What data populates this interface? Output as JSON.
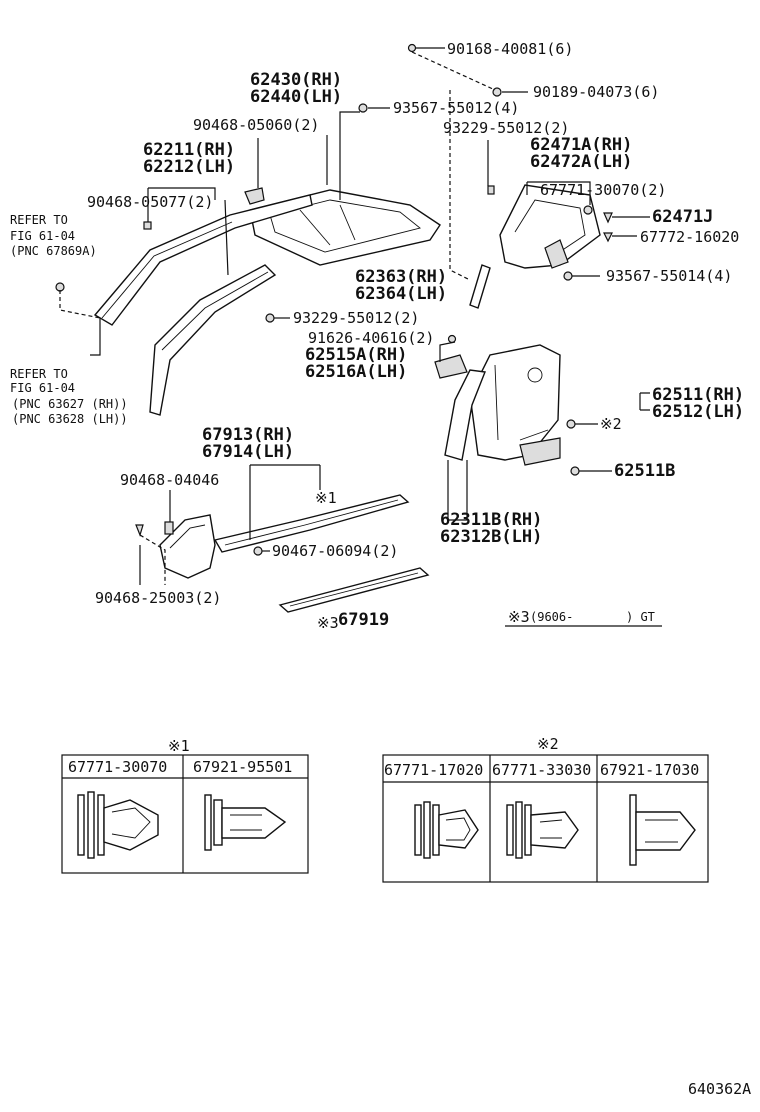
{
  "labels": {
    "p90168": "90168-40081(6)",
    "p90189": "90189-04073(6)",
    "p62430": "62430(RH)",
    "p62440": "62440(LH)",
    "p93567a": "93567-55012(4)",
    "p90468a": "90468-05060(2)",
    "p93229a": "93229-55012(2)",
    "p62211": "62211(RH)",
    "p62212": "62212(LH)",
    "p62471A": "62471A(RH)",
    "p62472A": "62472A(LH)",
    "p67771a": "67771-30070(2)",
    "p90468b": "90468-05077(2)",
    "p62471J": "62471J",
    "p67772": "67772-16020",
    "p62363": "62363(RH)",
    "p62364": "62364(LH)",
    "p93567b": "93567-55014(4)",
    "p93229b": "93229-55012(2)",
    "p91626": "91626-40616(2)",
    "p62515A": "62515A(RH)",
    "p62516A": "62516A(LH)",
    "p62511": "62511(RH)",
    "p62512": "62512(LH)",
    "ref2": "※2",
    "p62511B": "62511B",
    "p67913": "67913(RH)",
    "p67914": "67914(LH)",
    "p90468c": "90468-04046",
    "ref1": "※1",
    "p62311B": "62311B(RH)",
    "p62312B": "62312B(LH)",
    "p90467": "90467-06094(2)",
    "p90468d": "90468-25003(2)",
    "ref3": "※3",
    "p67919": "67919",
    "note3a": "※3",
    "note3b": "(9606-",
    "note3c": ") GT",
    "refer1a": "REFER TO",
    "refer1b": "FIG 61-04",
    "refer1c": "(PNC 67869A)",
    "refer2a": "REFER TO",
    "refer2b": "FIG 61-04",
    "refer2c": "(PNC 63627 (RH))",
    "refer2d": "(PNC 63628 (LH))"
  },
  "detail_boxes": [
    {
      "marker": "※1",
      "parts": [
        "67771-30070",
        "67921-95501"
      ]
    },
    {
      "marker": "※2",
      "parts": [
        "67771-17020",
        "67771-33030",
        "67921-17030"
      ]
    }
  ],
  "figure_id": "640362A"
}
